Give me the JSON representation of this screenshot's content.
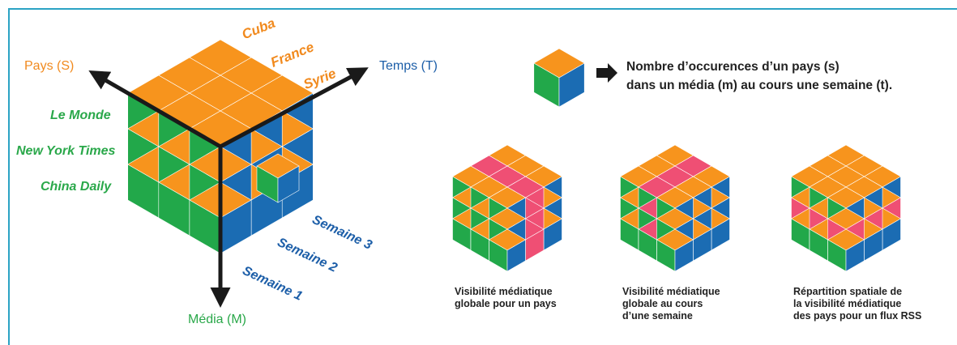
{
  "colors": {
    "orange": "#f7941d",
    "green": "#22a84a",
    "blue": "#1b6cb3",
    "pink": "#ef4f74",
    "frame": "#2ba3c4",
    "arrow": "#1a1a1a"
  },
  "axes": {
    "s_label": "Pays (S)",
    "t_label": "Temps (T)",
    "m_label": "Média (M)"
  },
  "countries": [
    "Cuba",
    "France",
    "Syrie"
  ],
  "media": [
    "Le Monde",
    "New York Times",
    "China Daily"
  ],
  "weeks": [
    "Semaine 1",
    "Semaine 2",
    "Semaine 3"
  ],
  "legend": {
    "line1": "Nombre d’occurences d’un pays (s)",
    "line2": "dans un média (m) au cours une semaine (t)."
  },
  "captions": [
    [
      "Visibilité médiatique",
      "globale pour un pays"
    ],
    [
      "Visibilité médiatique",
      "globale au cours",
      "d’une semaine"
    ],
    [
      "Répartition spatiale de",
      "la visibilité médiatique",
      "des pays pour un flux RSS"
    ]
  ],
  "icons": [
    "cube-icon",
    "arrow-right-icon"
  ]
}
